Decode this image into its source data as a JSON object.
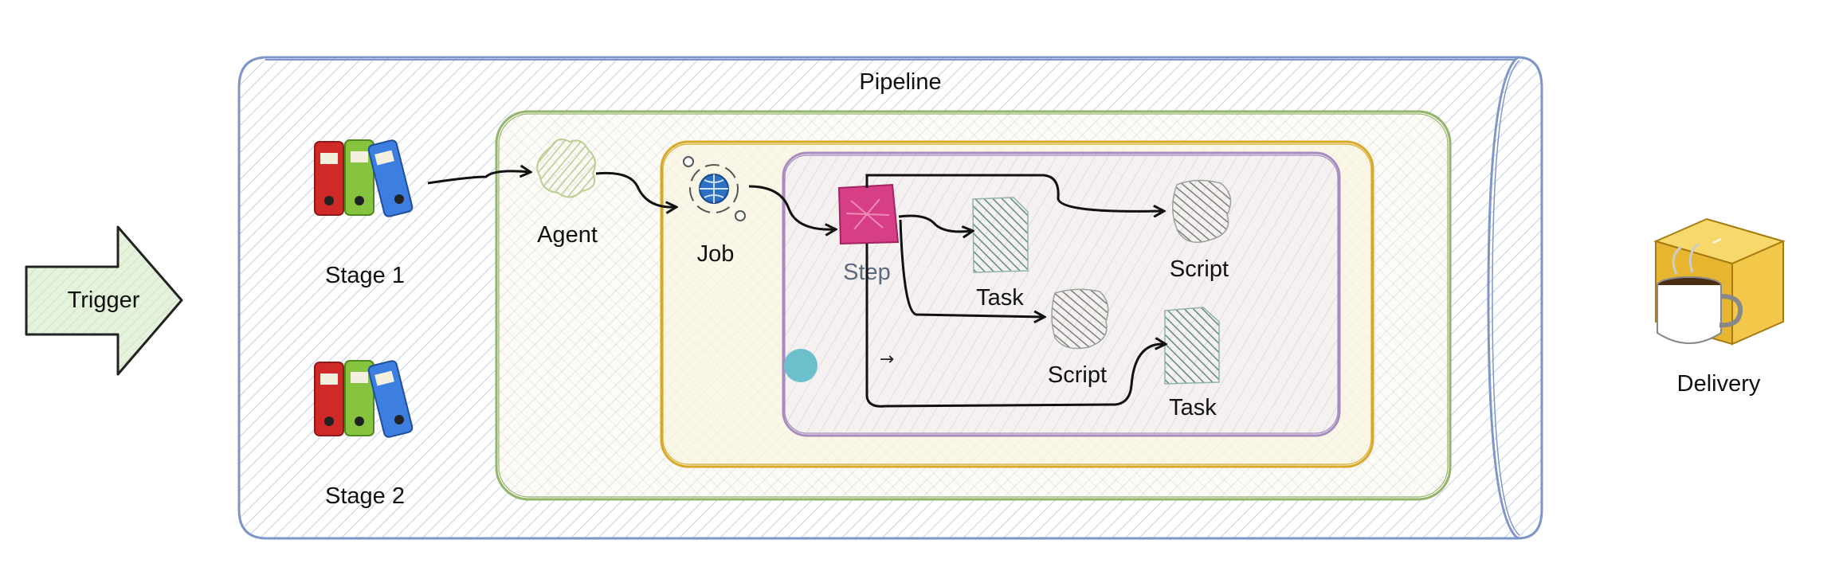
{
  "diagram": {
    "container_label": "Pipeline",
    "trigger_label": "Trigger",
    "delivery_label": "Delivery",
    "stage1_label": "Stage 1",
    "stage2_label": "Stage 2",
    "agent_label": "Agent",
    "job_label": "Job",
    "step_label": "Step",
    "task1_label": "Task",
    "task2_label": "Task",
    "script1_label": "Script",
    "script2_label": "Script",
    "small_arrow_glyph": "→"
  },
  "colors": {
    "pipeline_border": "#7d95c8",
    "agent_border": "#93b56b",
    "job_border": "#d8a829",
    "step_border": "#a78bbf",
    "trigger_fill": "#e6f3dc",
    "step_fill": "#d63f86",
    "dot": "#6cc0cc",
    "sketch": "#5f8d7f"
  },
  "icons": {
    "stage": "binders-icon",
    "agent": "sketch-blob-icon",
    "job": "globe-gear-icon",
    "step": "step-block-icon",
    "task": "hatched-doc-icon",
    "script": "hatched-blob-icon",
    "delivery": "coffee-box-icon"
  }
}
